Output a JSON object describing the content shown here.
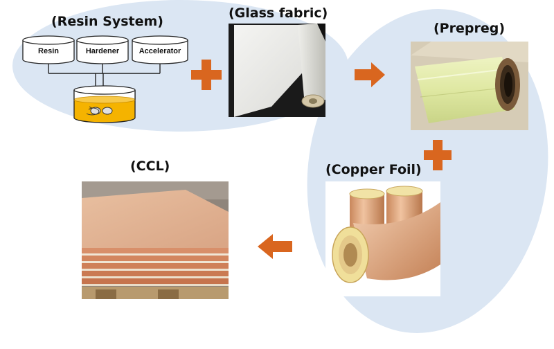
{
  "titles": {
    "resin_system": "(Resin System)",
    "glass_fabric": "(Glass fabric)",
    "prepreg": "(Prepreg)",
    "copper_foil": "(Copper Foil)",
    "ccl": "(CCL)"
  },
  "tanks": [
    "Resin",
    "Hardener",
    "Accelerator"
  ],
  "colors": {
    "ellipse": "#dbe6f3",
    "accent": "#d9661f",
    "resin_liquid": "#f5b300"
  },
  "icons": [
    "plus-icon",
    "arrow-right-icon",
    "arrow-left-icon"
  ]
}
